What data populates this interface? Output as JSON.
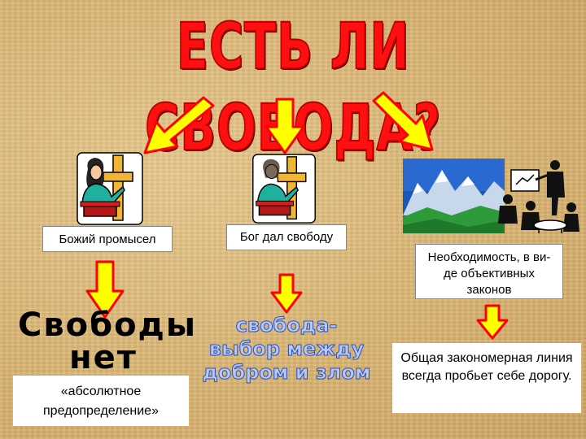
{
  "title": "ЕСТЬ ЛИ СВОБОДА?",
  "left": {
    "label": "Божий промысел",
    "big_line1": "Свободы",
    "big_line2": "нет",
    "note": "«абсолютное предопределение»"
  },
  "center": {
    "label": "Бог дал свободу",
    "text_line1": "свобода-",
    "text_line2": "выбор между",
    "text_line3": "добром и злом"
  },
  "right": {
    "label": "Необходимость, в ви-де объективных законов",
    "note": "Общая закономерная линия всегда пробьет себе дорогу."
  },
  "colors": {
    "arrow_fill": "#ffff00",
    "arrow_stroke": "#ff0000",
    "title": "#ff1010",
    "blue_text": "#2850c0"
  }
}
